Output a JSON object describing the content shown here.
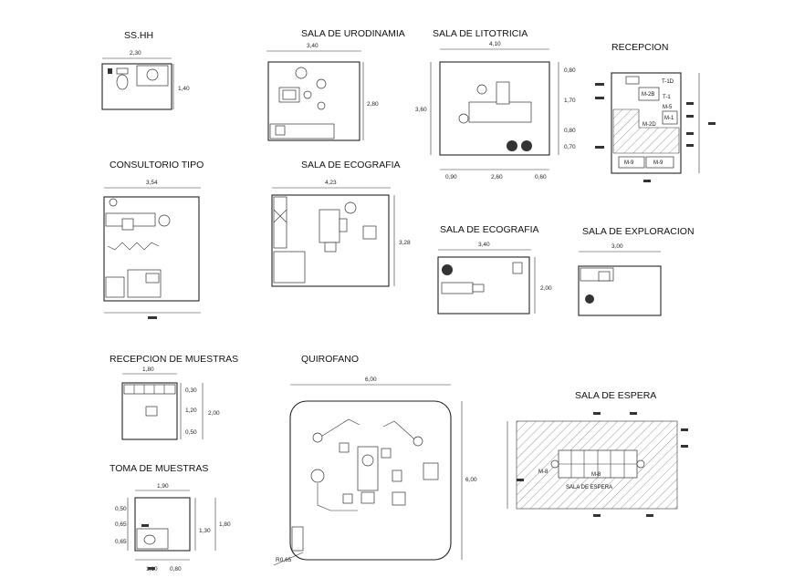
{
  "rooms": {
    "ss_hh": {
      "title": "SS.HH",
      "dims": [
        "2,30",
        "1,40"
      ]
    },
    "urodinamia": {
      "title": "SALA DE URODINAMIA",
      "dims": [
        "3,40",
        "2,80"
      ]
    },
    "litotricia": {
      "title": "SALA DE LITOTRICIA",
      "dims": [
        "4,10",
        "3,60",
        "0,80",
        "1,70",
        "0,80",
        "0,70",
        "0,90",
        "2,60",
        "0,60"
      ]
    },
    "recepcion": {
      "title": "RECEPCION",
      "labels": [
        "T-1D",
        "M-2B",
        "T-1",
        "M-1",
        "M-5",
        "M-2D",
        "M-9",
        "M-9"
      ]
    },
    "consultorio": {
      "title": "CONSULTORIO TIPO",
      "dims": [
        "3,54"
      ]
    },
    "ecografia_1": {
      "title": "SALA DE ECOGRAFIA",
      "dims": [
        "4,23",
        "3,28"
      ]
    },
    "ecografia_2": {
      "title": "SALA DE ECOGRAFIA",
      "dims": [
        "3,40",
        "2,00"
      ]
    },
    "exploracion": {
      "title": "SALA DE EXPLORACION",
      "dims": [
        "3,00"
      ]
    },
    "recepcion_muestras": {
      "title": "RECEPCION DE MUESTRAS",
      "dims": [
        "1,80",
        "0,30",
        "1,20",
        "0,50",
        "2,00"
      ]
    },
    "quirofano": {
      "title": "QUIROFANO",
      "dims": [
        "6,00",
        "6,00",
        "R0,65"
      ]
    },
    "sala_espera": {
      "title": "SALA DE ESPERA",
      "labels": [
        "M-8",
        "M-8",
        "SALA DE ESPERA"
      ]
    },
    "toma_muestras": {
      "title": "TOMA DE MUESTRAS",
      "dims": [
        "1,90",
        "0,50",
        "0,65",
        "0,65",
        "1,30",
        "1,80",
        "1,10",
        "0,80"
      ]
    }
  }
}
